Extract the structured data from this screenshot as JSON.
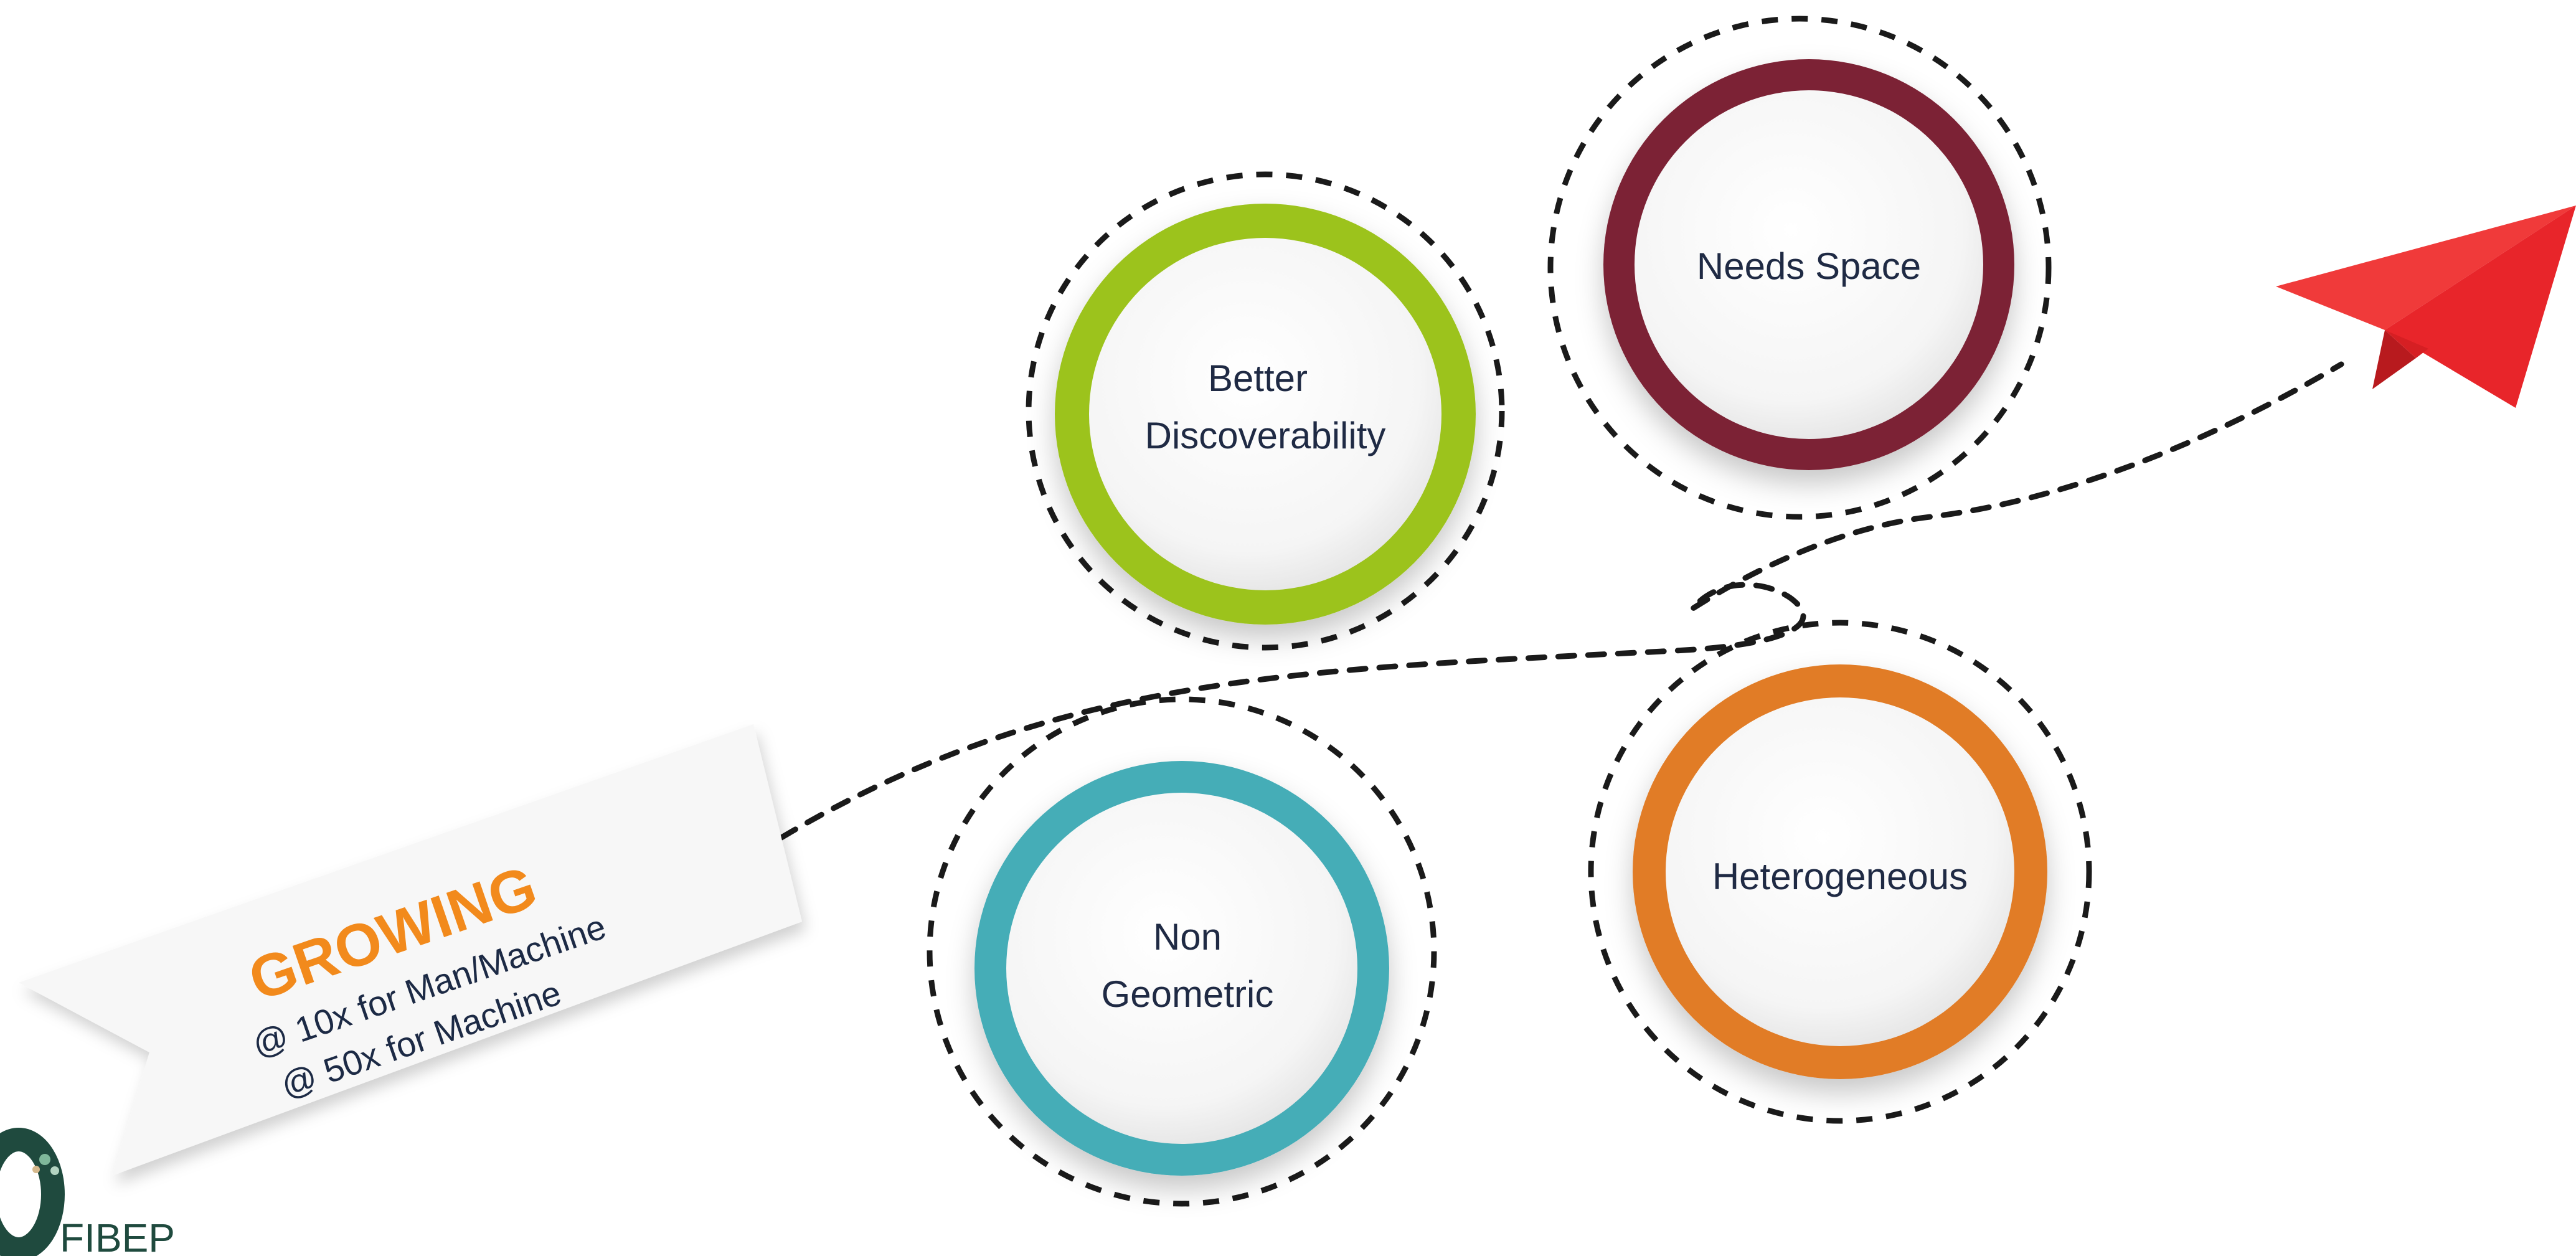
{
  "nodes": [
    {
      "id": "better-discoverability",
      "lines": [
        "Better",
        "Discoverability"
      ],
      "ring_color": "#9cc31f"
    },
    {
      "id": "needs-space",
      "lines": [
        "Needs Space"
      ],
      "ring_color": "#7c2434"
    },
    {
      "id": "non-geometric",
      "lines": [
        "Non",
        "Geometric"
      ],
      "ring_color": "#45adb7"
    },
    {
      "id": "heterogeneous",
      "lines": [
        "Heterogeneous"
      ],
      "ring_color": "#e17b25"
    }
  ],
  "banner": {
    "title": "GROWING",
    "line1": "@ 10x for Man/Machine",
    "line2": "@ 50x for Machine"
  },
  "logo": {
    "text": "FIBEP",
    "icon": "fibep-logo-icon"
  },
  "colors": {
    "plane": "#e8252a",
    "plane_shade": "#b81a1e",
    "path": "#1a1a1a",
    "banner_title": "#f28a1e",
    "label_text": "#1f2a44",
    "logo": "#1f4a3e"
  },
  "icons": [
    "paper-plane-icon",
    "fibep-logo-icon"
  ]
}
